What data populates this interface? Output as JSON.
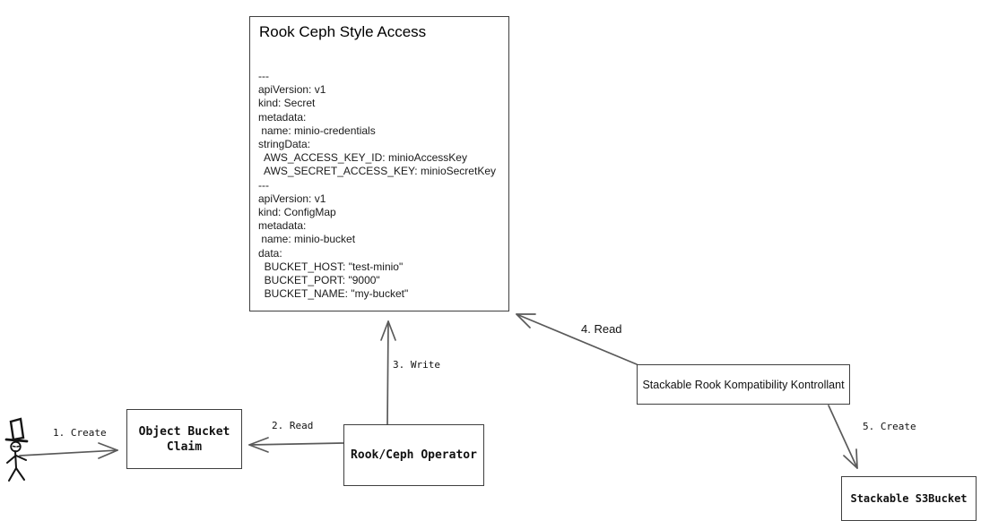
{
  "colors": {
    "background": "#ffffff",
    "box_border": "#3f3f3f",
    "arrow_line": "#5a5a5a",
    "text": "#111111"
  },
  "main_box": {
    "title": "Rook Ceph Style Access",
    "yaml": "---\napiVersion: v1\nkind: Secret\nmetadata:\n name: minio-credentials\nstringData:\n  AWS_ACCESS_KEY_ID: minioAccessKey\n  AWS_SECRET_ACCESS_KEY: minioSecretKey\n---\napiVersion: v1\nkind: ConfigMap\nmetadata:\n name: minio-bucket\ndata:\n  BUCKET_HOST: \"test-minio\"\n  BUCKET_PORT: \"9000\"\n  BUCKET_NAME: \"my-bucket\""
  },
  "nodes": {
    "object_bucket_claim": {
      "label": "Object Bucket Claim"
    },
    "rook_ceph_operator": {
      "label": "Rook/Ceph Operator"
    },
    "stackable_kontrollant": {
      "label": "Stackable Rook Kompatibility Kontrollant"
    },
    "stackable_s3bucket": {
      "label": "Stackable S3Bucket"
    }
  },
  "edges": {
    "e1": {
      "label": "1. Create",
      "from": "user-actor",
      "to": "object_bucket_claim"
    },
    "e2": {
      "label": "2. Read",
      "from": "rook_ceph_operator",
      "to": "object_bucket_claim"
    },
    "e3": {
      "label": "3. Write",
      "from": "rook_ceph_operator",
      "to": "rook_ceph_style_access"
    },
    "e4": {
      "label": "4. Read",
      "from": "stackable_kontrollant",
      "to": "rook_ceph_style_access"
    },
    "e5": {
      "label": "5. Create",
      "from": "stackable_kontrollant",
      "to": "stackable_s3bucket"
    }
  },
  "icons": {
    "actor": "stick-figure-with-top-hat"
  }
}
